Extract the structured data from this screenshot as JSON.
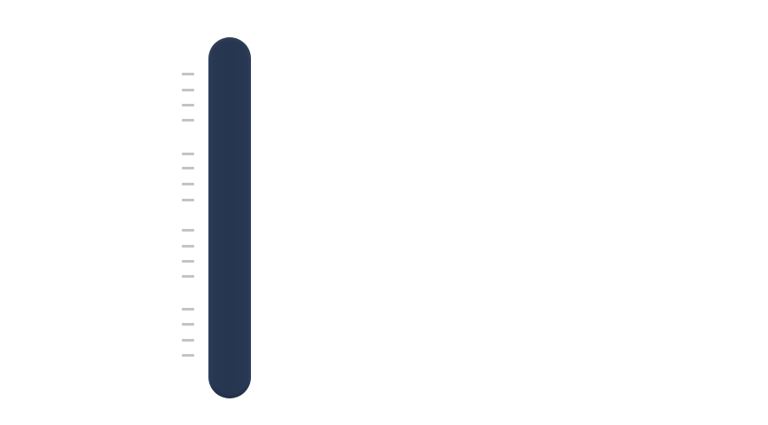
{
  "rail": {
    "icon": "vertical-rail",
    "color": "#263550"
  },
  "ticks": {
    "color": "#c4c4c4",
    "groups": 4,
    "per_group": 4
  }
}
